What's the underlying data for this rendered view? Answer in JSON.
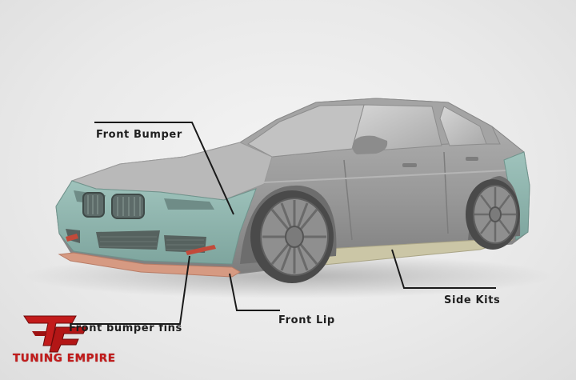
{
  "callouts": {
    "front_bumper": "Front Bumper",
    "front_bumper_fins": "Front bumper fins",
    "front_lip": "Front Lip",
    "side_kits": "Side Kits"
  },
  "brand": {
    "name": "TUNING EMPIRE",
    "monogram": "TE",
    "color": "#c21b1b"
  },
  "colors": {
    "car_body": "#9a9a9a",
    "bumper_highlight": "#8fb4ad",
    "lip_highlight": "#d79a82",
    "side_kit_highlight": "#c9c4a4"
  }
}
